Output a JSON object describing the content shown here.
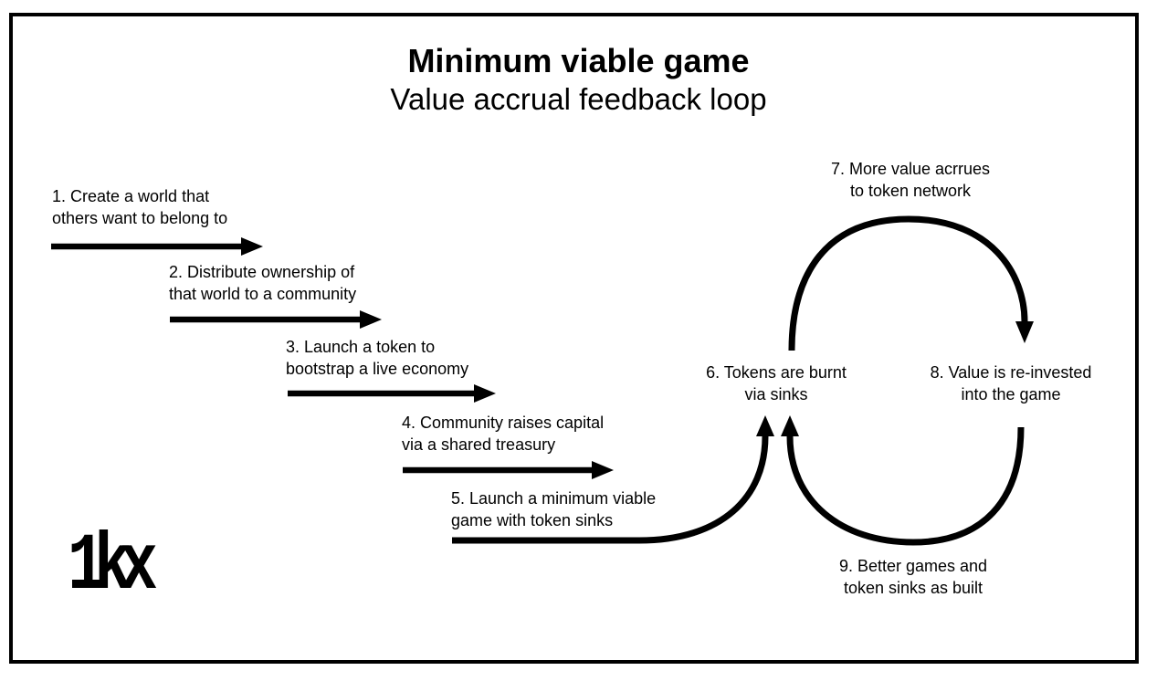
{
  "title": "Minimum viable game",
  "subtitle": "Value accrual feedback loop",
  "brand": "1kx",
  "colors": {
    "ink": "#000000",
    "background": "#ffffff"
  },
  "steps": [
    {
      "line1": "1. Create a world that",
      "line2": "others want to belong to"
    },
    {
      "line1": "2. Distribute ownership of",
      "line2": "that world to a community"
    },
    {
      "line1": "3. Launch a token to",
      "line2": "bootstrap a live economy"
    },
    {
      "line1": "4. Community raises capital",
      "line2": "via a shared treasury"
    },
    {
      "line1": "5. Launch a minimum viable",
      "line2": "game with token sinks"
    },
    {
      "line1": "6. Tokens are burnt",
      "line2": "via sinks"
    },
    {
      "line1": "7. More value acrrues",
      "line2": "to token network"
    },
    {
      "line1": "8. Value is re-invested",
      "line2": "into the game"
    },
    {
      "line1": "9. Better games and",
      "line2": "token sinks as built"
    }
  ]
}
